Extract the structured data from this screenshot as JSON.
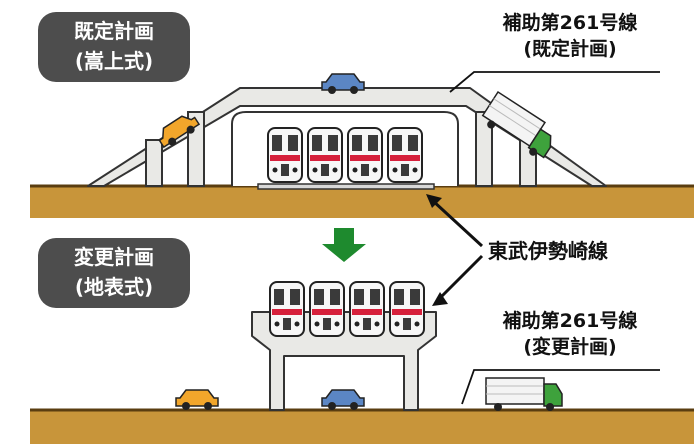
{
  "existing_plan": {
    "title": "既定計画",
    "subtitle": "(嵩上式)",
    "road_name": "補助第261号線",
    "road_note": "(既定計画)"
  },
  "changed_plan": {
    "title": "変更計画",
    "subtitle": "(地表式)",
    "road_name": "補助第261号線",
    "road_note": "(変更計画)"
  },
  "railway_label": "東武伊勢崎線",
  "colors": {
    "ground": "#c8953a",
    "ground_line": "#5a3d10",
    "structure": "#e9e9e6",
    "badge": "#4d4d4d",
    "arrow": "#1e8a2e",
    "train_stripe": "#d6203b",
    "car_yellow": "#f2a62b",
    "car_blue": "#5b86c4",
    "truck_cab": "#3ea23c"
  },
  "icons": [
    "down-arrow-icon",
    "train-icon",
    "car-icon",
    "truck-icon"
  ]
}
